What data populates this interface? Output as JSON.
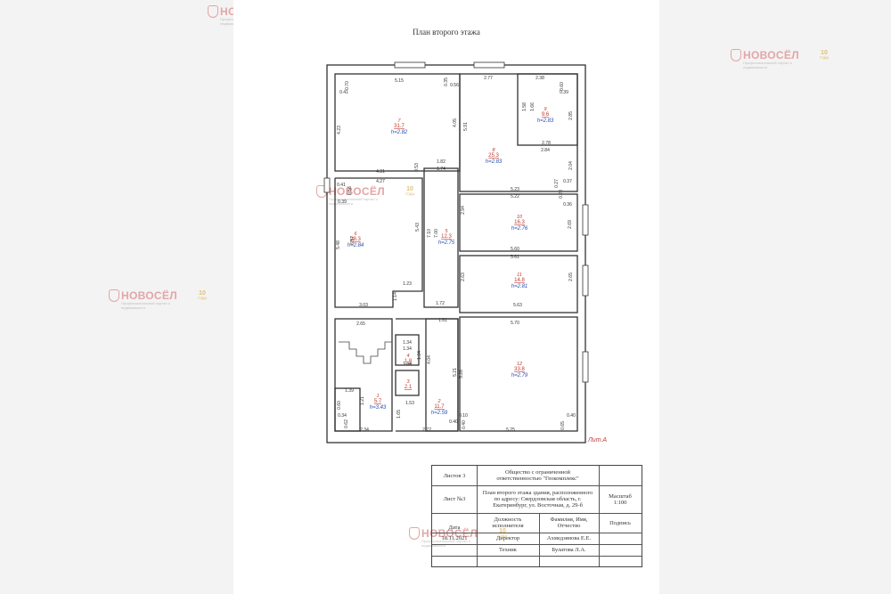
{
  "watermark": {
    "brand": "НОВОСЁЛ",
    "tagline": "Профессиональный портал о недвижимости",
    "medal_number": "10",
    "medal_text": "ГОДА"
  },
  "plan": {
    "title": "План второго этажа",
    "lit_label": "Лит.А",
    "rooms": [
      {
        "num": "7",
        "area": "31.7",
        "height": "h=2.82"
      },
      {
        "num": "8",
        "area": "25.3",
        "height": "h=2.83"
      },
      {
        "num": "9",
        "area": "9.6",
        "height": "h=2.83"
      },
      {
        "num": "6",
        "area": "28.3",
        "height": "h=2.84"
      },
      {
        "num": "5",
        "area": "12.3",
        "height": "h=2.75"
      },
      {
        "num": "10",
        "area": "16.3",
        "height": "h=2.76"
      },
      {
        "num": "11",
        "area": "14.8",
        "height": "h=2.81"
      },
      {
        "num": "12",
        "area": "33.8",
        "height": "h=2.79"
      },
      {
        "num": "1",
        "area": "5.7",
        "height": "h=3.43"
      },
      {
        "num": "2",
        "area": "11.7",
        "height": "h=2.59"
      },
      {
        "num": "4",
        "area": "1.8",
        "height": ""
      },
      {
        "num": "3",
        "area": "2.1",
        "height": ""
      }
    ],
    "dims": [
      "5.15",
      "0.70",
      "0.41",
      "4.23",
      "4.31",
      "0.35",
      "0.56",
      "4.05",
      "1.82",
      "2.77",
      "2.38",
      "0.60",
      "0.39",
      "1.58",
      "1.66",
      "5.91",
      "2.85",
      "2.78",
      "2.84",
      "2.04",
      "0.37",
      "0.27",
      "0.41",
      "4.27",
      "0.56",
      "0.39",
      "1.74",
      "0.53",
      "5.48",
      "6.57",
      "7.10",
      "7.00",
      "5.43",
      "1.23",
      "1.14",
      "3.03",
      "1.72",
      "5.23",
      "5.22",
      "0.23",
      "0.36",
      "2.94",
      "2.69",
      "5.60",
      "5.61",
      "2.63",
      "2.65",
      "5.63",
      "2.65",
      "1.61",
      "5.70",
      "1.34",
      "1.34",
      "1.34",
      "4.04",
      "5.21",
      "5.28",
      "1.39",
      "1.21",
      "1.53",
      "1.65",
      "0.60",
      "0.34",
      "2.34",
      "0.62",
      "2.72",
      "0.40",
      "0.10",
      "0.40",
      "5.25",
      "0.65",
      "0.40",
      "1.34"
    ]
  },
  "stamp": {
    "sheets": "Листов 3",
    "company": "Общество с ограниченной ответственностью \"Геокомплекс\"",
    "sheet_no": "Лист №3",
    "description": "План второго этажа здания, расположенного по адресу: Свердловская область, г. Екатеринбург, ул. Восточная, д. 29-б",
    "scale": "Масштаб 1:100",
    "h_date": "Дата",
    "h_position": "Должность исполнителя",
    "h_name": "Фамилия, Имя, Отчество",
    "h_signature": "Подпись",
    "date": "18.11.2021",
    "pos1": "Директор",
    "name1": "Ахмедзянова Е.Е.",
    "pos2": "Техник",
    "name2": "Булатова Л.А."
  }
}
